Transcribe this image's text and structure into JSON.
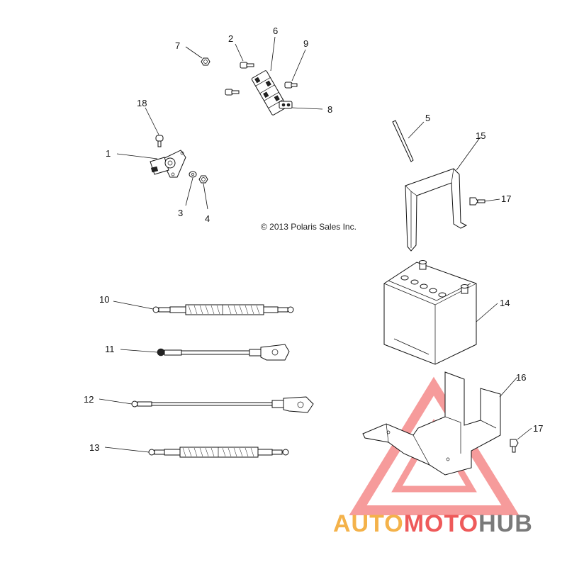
{
  "copyright": "© 2013 Polaris Sales Inc.",
  "callouts": [
    "1",
    "2",
    "3",
    "4",
    "5",
    "6",
    "7",
    "8",
    "9",
    "10",
    "11",
    "12",
    "13",
    "14",
    "15",
    "16",
    "17",
    "17",
    "18"
  ],
  "watermark": {
    "part1": "AUTO",
    "part2": "MOTO",
    "part3": "HUB",
    "color1": "#f4b24a",
    "color2": "#ee5a5a",
    "color3": "#7a7a7a",
    "triangle_color": "#ef4a4a"
  }
}
